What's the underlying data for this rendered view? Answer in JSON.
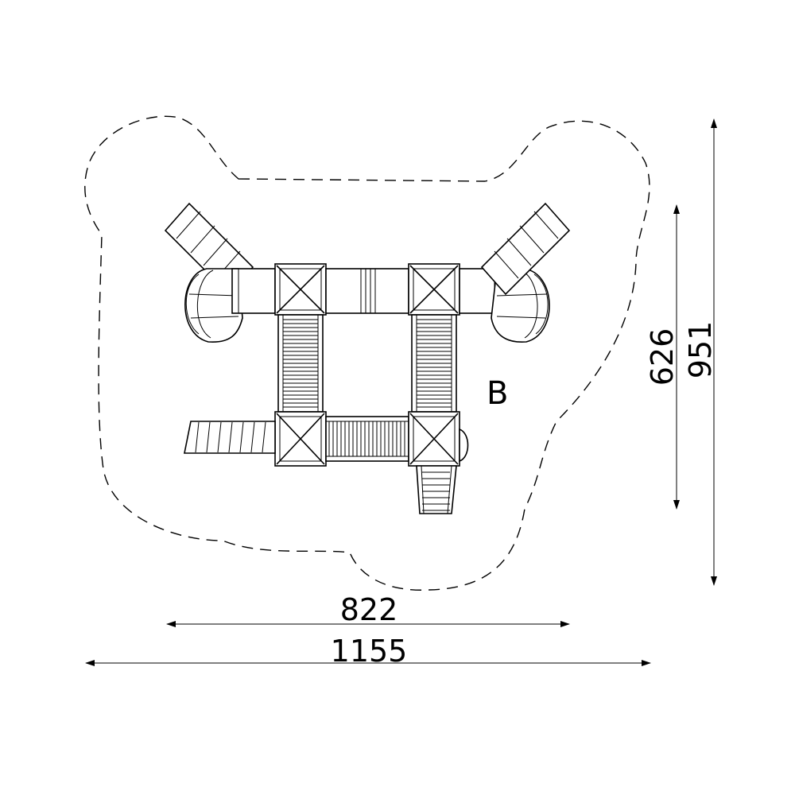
{
  "drawing": {
    "zone_label": "B",
    "dimensions": {
      "equipment_width": "822",
      "safety_width": "1155",
      "equipment_depth": "626",
      "safety_depth": "951"
    },
    "colors": {
      "line": "#000000",
      "background": "#ffffff"
    }
  }
}
